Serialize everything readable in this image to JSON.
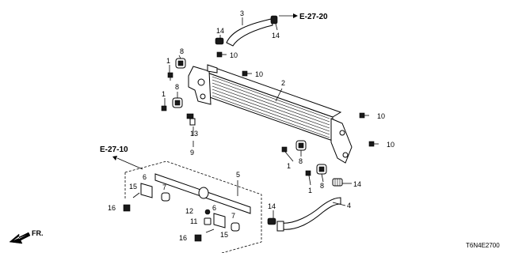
{
  "diagram_code": "T6N4E2700",
  "references": {
    "top": "E-27-20",
    "left": "E-27-10"
  },
  "direction": {
    "label": "FR."
  },
  "callouts": {
    "c3": "3",
    "c14a": "14",
    "c14b": "14",
    "c10a": "10",
    "c1a": "1",
    "c8a": "8",
    "c10b": "10",
    "c2": "2",
    "c8b": "8",
    "c1b": "1",
    "c10c": "10",
    "c13": "13",
    "c9": "9",
    "c10d": "10",
    "c1c": "1",
    "c8c": "8",
    "c8d": "8",
    "c1d": "1",
    "c14c": "14",
    "c5": "5",
    "c6a": "6",
    "c15a": "15",
    "c7a": "7",
    "c16a": "16",
    "c12": "12",
    "c11": "11",
    "c6b": "6",
    "c7b": "7",
    "c14d": "14",
    "c4": "4",
    "c15b": "15",
    "c16b": "16"
  }
}
